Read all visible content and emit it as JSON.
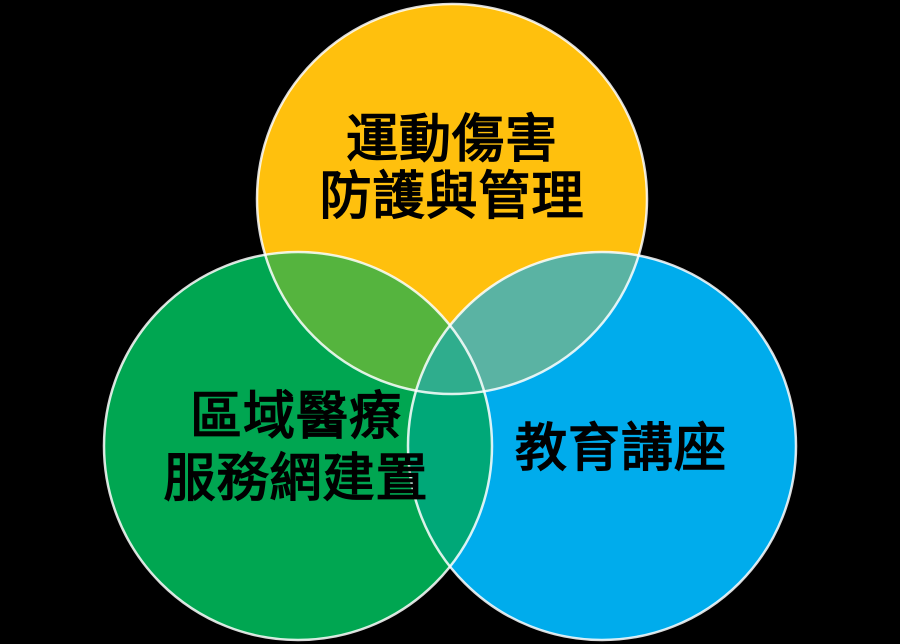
{
  "venn": {
    "background": "#000000",
    "outline_color": "#FFFFFF",
    "text_color": "#000000",
    "top": {
      "line1": "運動傷害",
      "line2": "防護與管理",
      "color": "#FFC00D"
    },
    "left": {
      "line1": "區域醫療",
      "line2": "服務網建置",
      "color": "#00A651"
    },
    "right": {
      "line1": "教育講座",
      "color": "#00ACEC"
    },
    "overlaps": {
      "top_left": "#55B43E",
      "top_right": "#5AB3A3",
      "left_right": "#00A878",
      "center": "#2FAD8D"
    }
  }
}
